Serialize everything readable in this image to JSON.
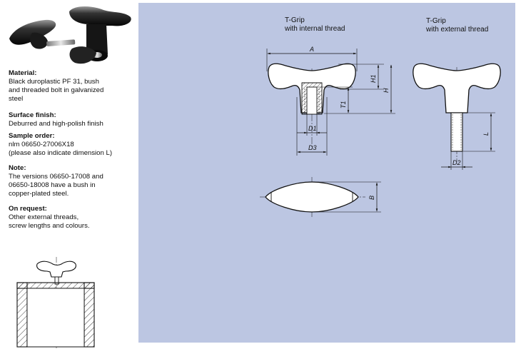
{
  "specs": [
    {
      "heading": "Material:",
      "body": "Black duroplastic PF 31, bush\nand threaded bolt in galvanized\nsteel"
    },
    {
      "heading": "Surface finish:",
      "body": "Deburred and high-polish finish"
    },
    {
      "heading": "Sample order:",
      "body": "nlm 06650-27006X18\n(please also indicate dimension L)"
    },
    {
      "heading": "Note:",
      "body": "The versions 06650-17008 and\n06650-18008 have a bush in\ncopper-plated steel."
    },
    {
      "heading": "On request:",
      "body": "Other external threads,\nscrew lengths and colours."
    }
  ],
  "captions": {
    "internal": "T-Grip\nwith internal thread",
    "external": "T-Grip\nwith external thread"
  },
  "dimensions": {
    "A": "A",
    "H1": "H1",
    "H": "H",
    "T1": "T1",
    "D1": "D1",
    "D3": "D3",
    "L": "L",
    "D2": "D2",
    "B": "B"
  }
}
